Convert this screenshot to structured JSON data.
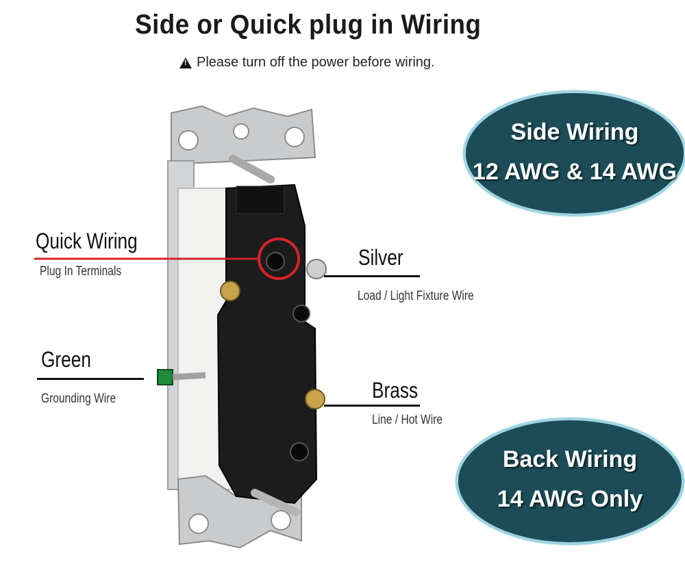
{
  "title": "Side or Quick plug in Wiring",
  "warning": "Please turn off the power before wiring.",
  "labels": {
    "quick": {
      "main": "Quick Wiring",
      "sub": "Plug In Terminals"
    },
    "silver": {
      "main": "Silver",
      "sub": "Load / Light Fixture Wire"
    },
    "green": {
      "main": "Green",
      "sub": "Grounding Wire"
    },
    "brass": {
      "main": "Brass",
      "sub": "Line / Hot Wire"
    }
  },
  "badges": {
    "side": {
      "line1": "Side Wiring",
      "line2": "12 AWG & 14 AWG"
    },
    "back": {
      "line1": "Back Wiring",
      "line2": "14 AWG Only"
    }
  },
  "colors": {
    "badge_fill": "#1b4c57",
    "badge_border": "#9ed3e0",
    "highlight": "#d9222a"
  }
}
